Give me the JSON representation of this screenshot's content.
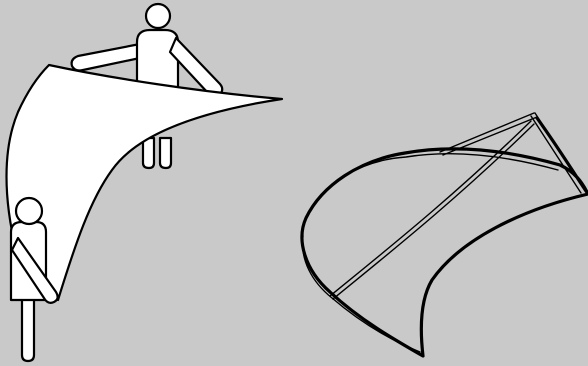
{
  "colors": {
    "background": "#c9c9c9",
    "stroke": "#000000",
    "fill": "#ffffff"
  },
  "figures": {
    "left": {
      "name": "people-holding-membrane",
      "people_count": 2
    },
    "right": {
      "name": "framed-membrane-shell"
    }
  }
}
